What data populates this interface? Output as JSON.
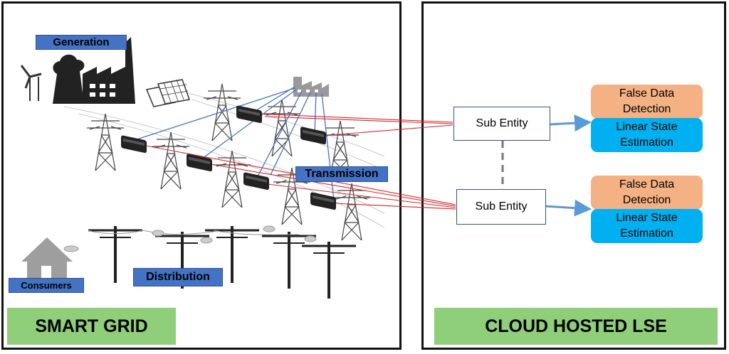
{
  "left": {
    "generation": "Generation",
    "transmission": "Transmission",
    "distribution": "Distribution",
    "consumers": "Consumers",
    "footer": "SMART GRID"
  },
  "right": {
    "entity_top": "Sub Entity",
    "entity_bottom": "Sub Entity",
    "fdd_top": "False Data Detection",
    "lse_top": "Linear State Estimation",
    "fdd_bottom": "False Data Detection",
    "lse_bottom": "Linear State Estimation",
    "footer": "CLOUD HOSTED LSE"
  },
  "colors": {
    "tag_blue": "#4472c4",
    "green": "#8fcf7a",
    "orange": "#f4b183",
    "cyan": "#00b0f0",
    "red_link": "#d9252a",
    "blue_link": "#4472c4",
    "arrow": "#5b9bd5"
  }
}
